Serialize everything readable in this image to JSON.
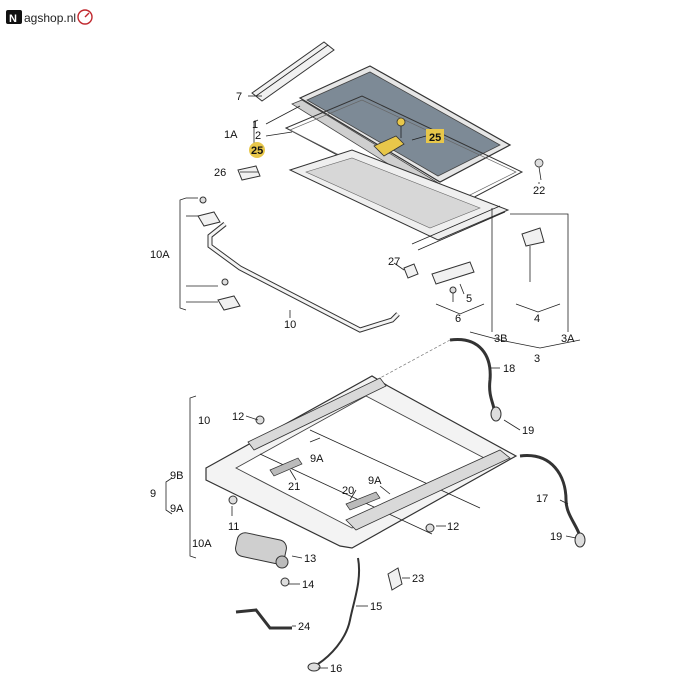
{
  "header": {
    "logo_text": "agshop.nl",
    "logo_mark": "N",
    "logo_icon": "speedometer-icon"
  },
  "callouts": {
    "c1": "1",
    "c1A": "1A",
    "c2": "2",
    "c25a": "25",
    "c25b": "25",
    "c26": "26",
    "c7": "7",
    "c22": "22",
    "c10A_top": "10A",
    "c10_top": "10",
    "c27": "27",
    "c5": "5",
    "c6": "6",
    "c4": "4",
    "c3B": "3B",
    "c3": "3",
    "c3A": "3A",
    "c18": "18",
    "c19a": "19",
    "c12a": "12",
    "c10": "10",
    "c9A_a": "9A",
    "c9B": "9B",
    "c9": "9",
    "c9A_b": "9A",
    "c21": "21",
    "c20": "20",
    "c9A_c": "9A",
    "c11": "11",
    "c10A": "10A",
    "c12b": "12",
    "c17": "17",
    "c19b": "19",
    "c13": "13",
    "c14": "14",
    "c23": "23",
    "c15": "15",
    "c24": "24",
    "c16": "16"
  },
  "colors": {
    "highlight": "#e8c74a",
    "glass": "#7d8a96",
    "brand_red": "#c0272d"
  }
}
